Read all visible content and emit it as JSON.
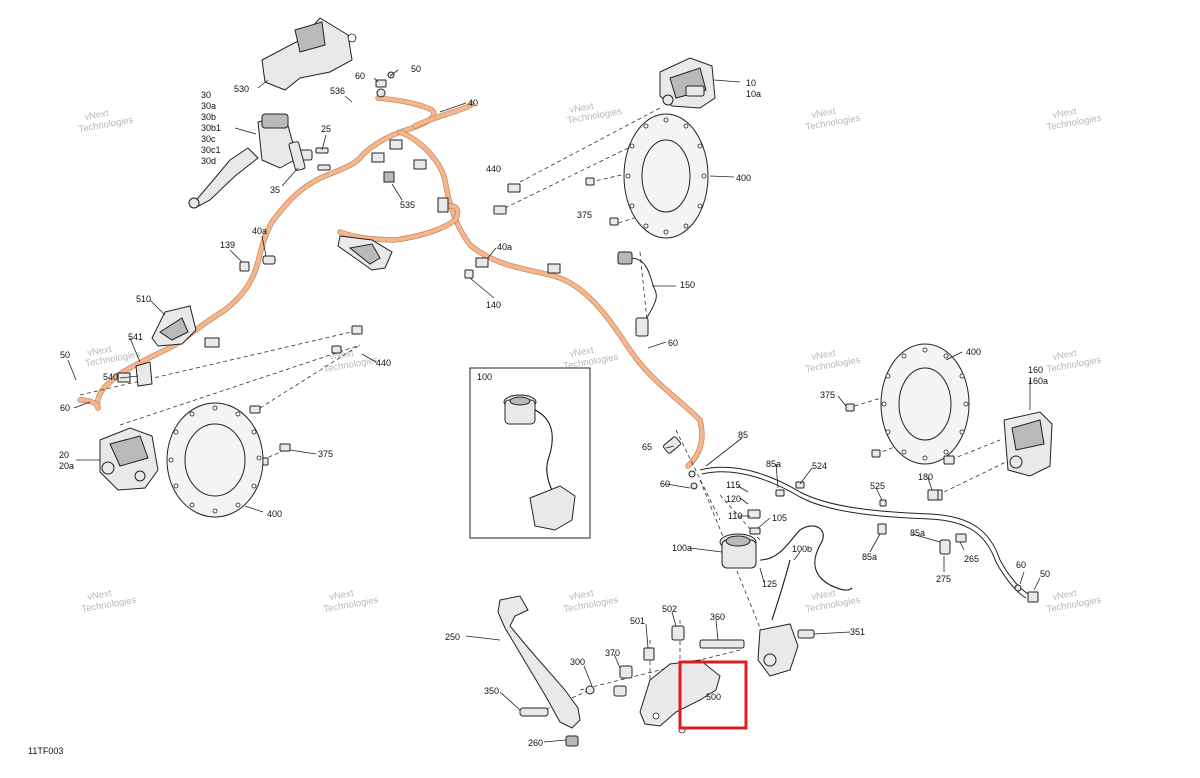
{
  "diagram": {
    "code": "11TF003",
    "watermark": [
      "vNext",
      "Technologies"
    ],
    "highlight_color": "#dd1c1c",
    "hose_color": "#f2b78f",
    "callouts": {
      "c10": "10",
      "c10a": "10a",
      "c20": "20",
      "c20a": "20a",
      "c25": "25",
      "c30": "30",
      "c30a": "30a",
      "c30b": "30b",
      "c30b1": "30b1",
      "c30c": "30c",
      "c30c1": "30c1",
      "c30d": "30d",
      "c35": "35",
      "c40": "40",
      "c40a_1": "40a",
      "c40a_2": "40a",
      "c50_1": "50",
      "c50_2": "50",
      "c50_3": "50",
      "c60_1": "60",
      "c60_2": "60",
      "c60_3": "60",
      "c60_4": "60",
      "c60_5": "60",
      "c65": "65",
      "c85": "85",
      "c85a_1": "85a",
      "c85a_2": "85a",
      "c85a_3": "85a",
      "c100": "100",
      "c100a": "100a",
      "c100b": "100b",
      "c105": "105",
      "c110": "110",
      "c115": "115",
      "c120": "120",
      "c125": "125",
      "c139": "139",
      "c140": "140",
      "c150": "150",
      "c160": "160",
      "c160a": "160a",
      "c180": "180",
      "c250": "250",
      "c260": "260",
      "c265": "265",
      "c275": "275",
      "c300": "300",
      "c350": "350",
      "c351": "351",
      "c360": "360",
      "c370": "370",
      "c375_1": "375",
      "c375_2": "375",
      "c375_3": "375",
      "c400_1": "400",
      "c400_2": "400",
      "c400_3": "400",
      "c440_1": "440",
      "c440_2": "440",
      "c500": "500",
      "c501": "501",
      "c502": "502",
      "c510": "510",
      "c524": "524",
      "c525": "525",
      "c530": "530",
      "c535": "535",
      "c536": "536",
      "c540": "540",
      "c541": "541"
    }
  }
}
